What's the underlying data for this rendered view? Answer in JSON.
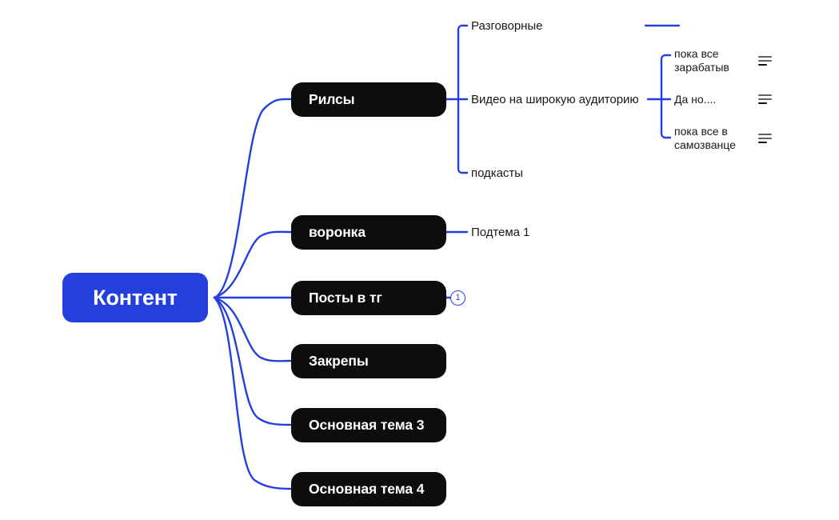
{
  "colors": {
    "accent": "#2440dc",
    "node_fill": "#0d0d0d",
    "node_text": "#ffffff",
    "text": "#16181d",
    "background": "#ffffff",
    "icon": "#5f6063"
  },
  "map": {
    "root": {
      "label": "Контент"
    },
    "main_topics": [
      {
        "label": "Рилсы"
      },
      {
        "label": "воронка"
      },
      {
        "label": "Посты в тг",
        "badge": "1"
      },
      {
        "label": "Закрепы"
      },
      {
        "label": "Основная тема 3"
      },
      {
        "label": "Основная тема 4"
      }
    ],
    "reels_children": [
      {
        "label": "Разговорные"
      },
      {
        "label": "Видео на широкую аудиторию"
      },
      {
        "label": "подкасты"
      }
    ],
    "audience_children": [
      {
        "line1": "пока все",
        "line2": "зарабатыв",
        "icon": "note-icon"
      },
      {
        "line1": "Да но....",
        "line2": "",
        "icon": "note-icon"
      },
      {
        "line1": "пока все в",
        "line2": "самозванце",
        "icon": "note-icon"
      }
    ],
    "funnel_children": [
      {
        "label": "Подтема 1"
      }
    ]
  }
}
